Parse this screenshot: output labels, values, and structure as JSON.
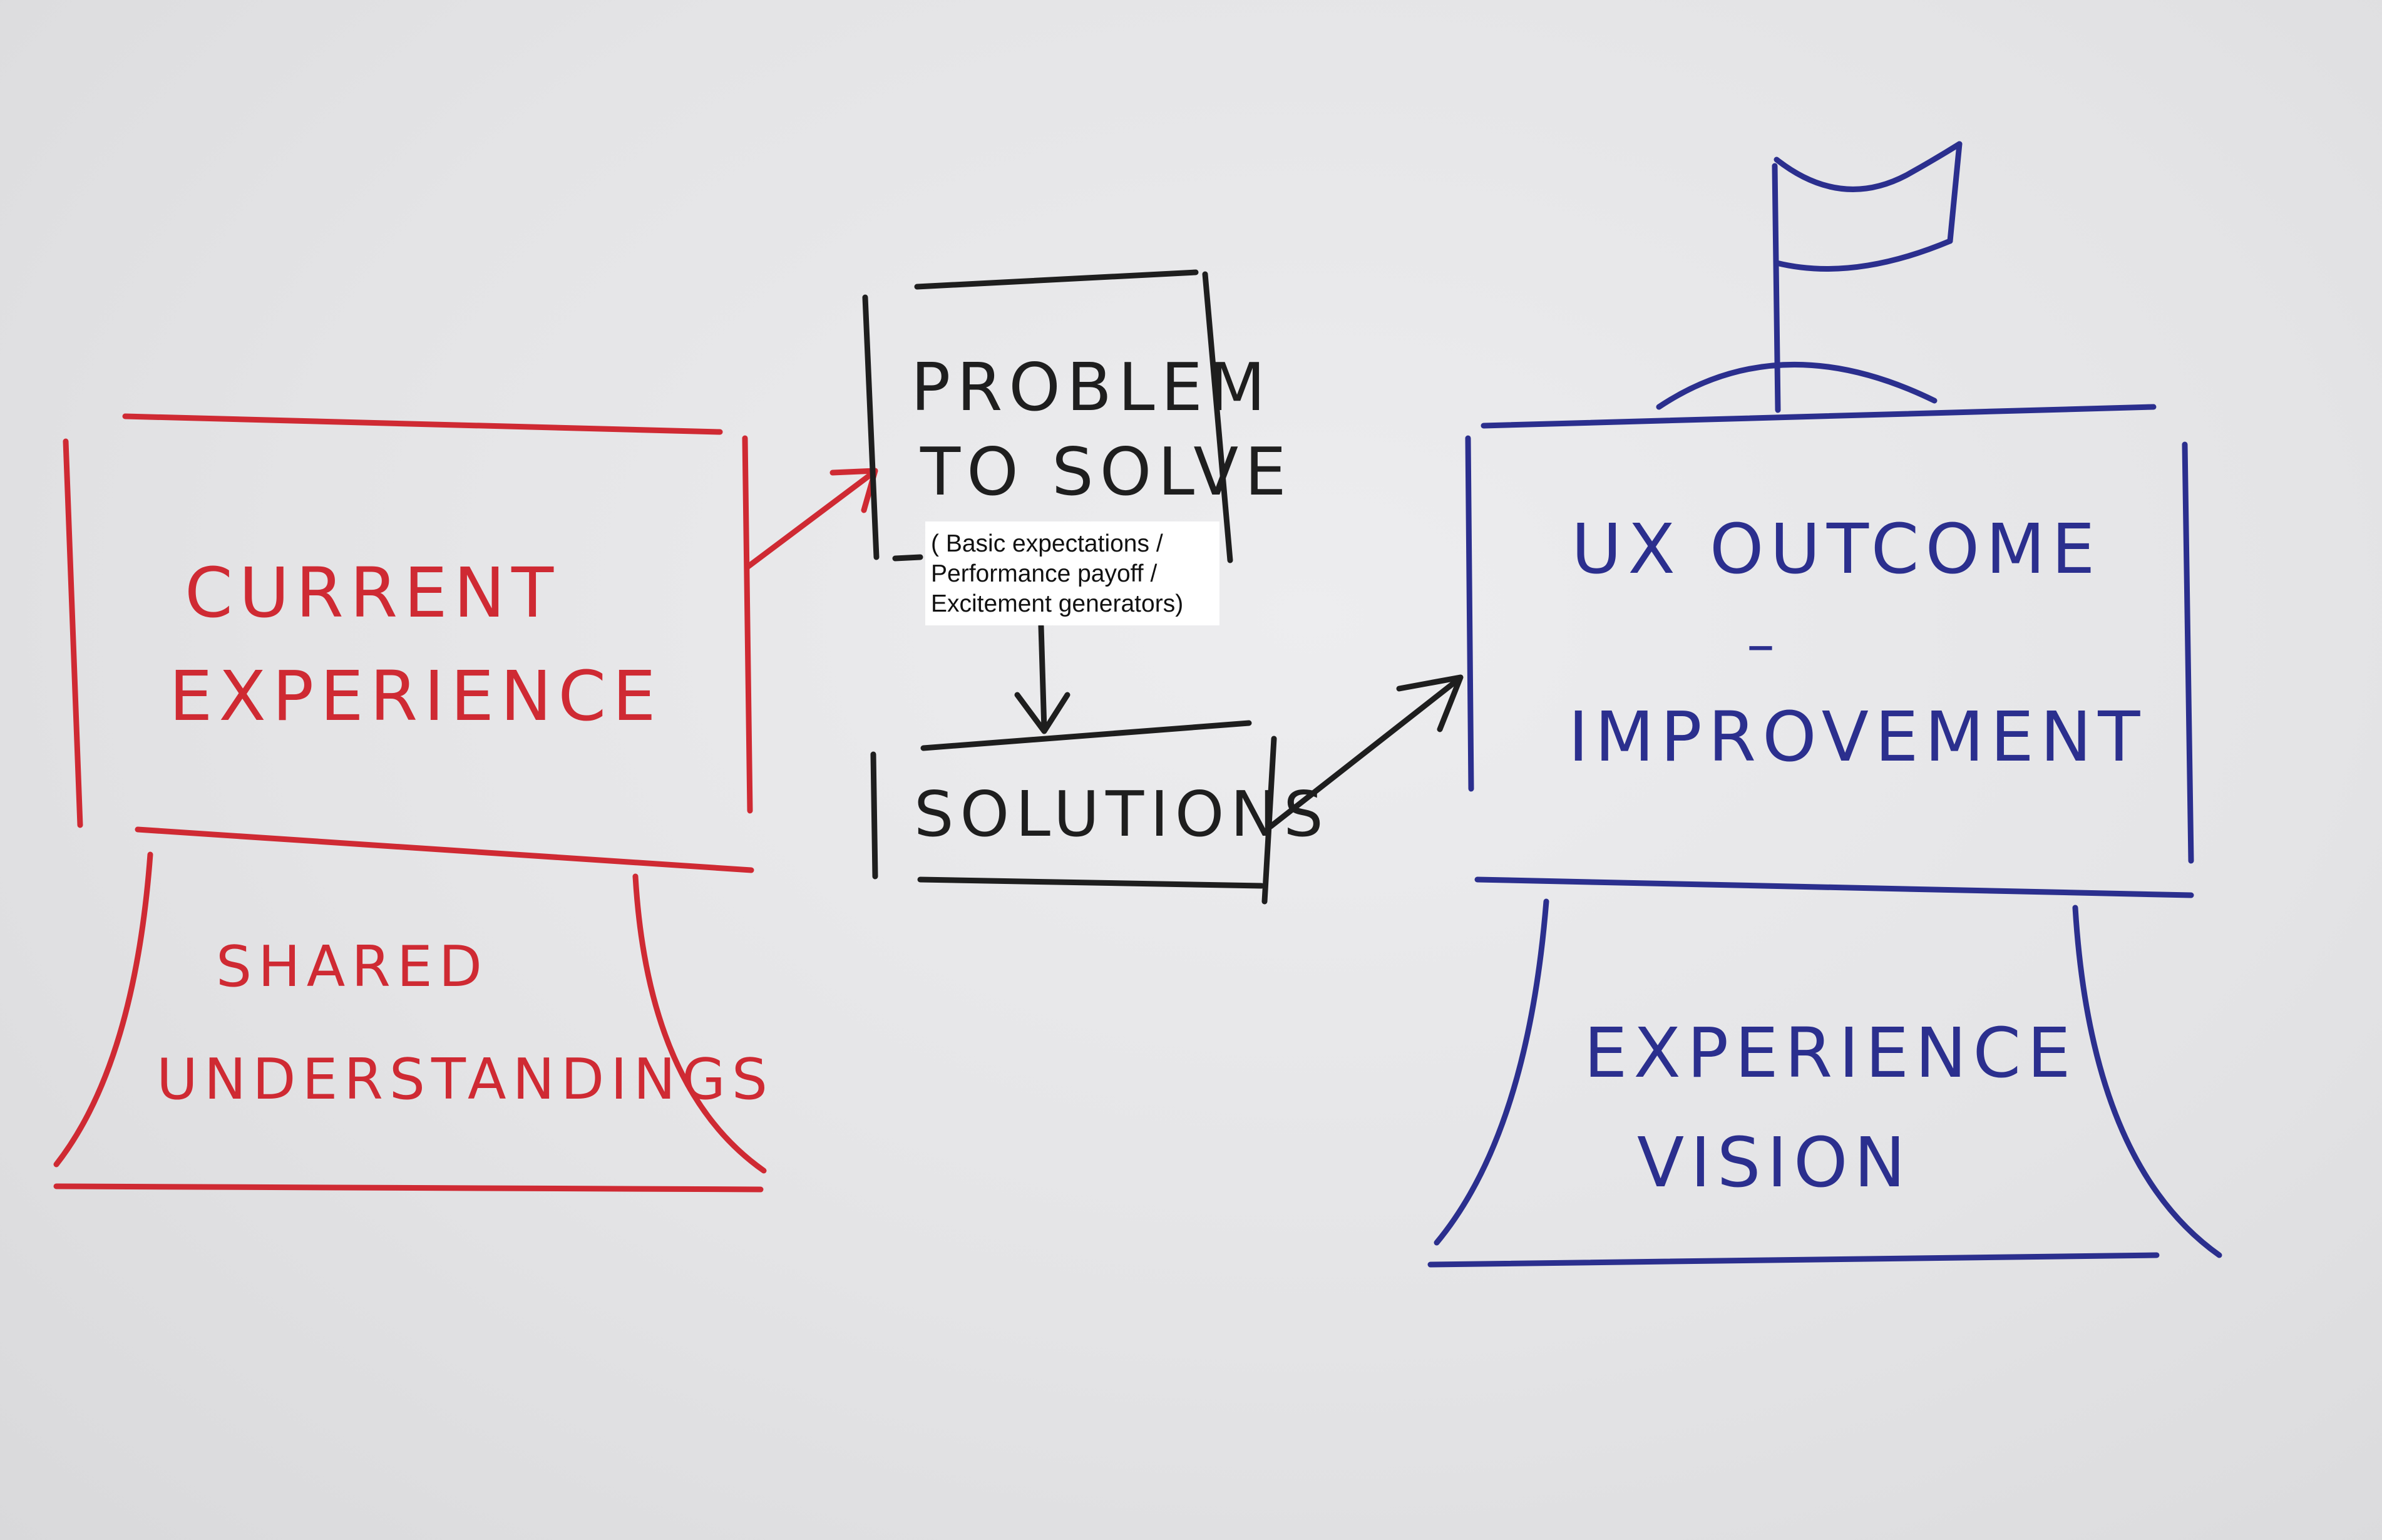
{
  "colors": {
    "paper": "#e6e6e8",
    "current_state_ink": "#cf2a33",
    "problem_ink": "#1e1e1e",
    "target_state_ink": "#2b2f8e",
    "note_background": "#ffffff"
  },
  "icons": [
    "flag-icon"
  ],
  "current_experience": {
    "box_lines": [
      "CURRENT",
      "EXPERIENCE"
    ],
    "base_lines": [
      "SHARED",
      "UNDERSTANDINGS"
    ]
  },
  "problem": {
    "box_lines": [
      "PROBLEM",
      "TO SOLVE"
    ]
  },
  "note": {
    "lines": [
      "( Basic expectations /",
      "Performance payoff /",
      "Excitement generators)"
    ]
  },
  "solutions": {
    "label": "SOLUTIONS"
  },
  "ux_outcome": {
    "box_lines": [
      "UX OUTCOME",
      "–",
      "IMPROVEMENT"
    ],
    "base_lines": [
      "EXPERIENCE",
      "VISION"
    ]
  }
}
